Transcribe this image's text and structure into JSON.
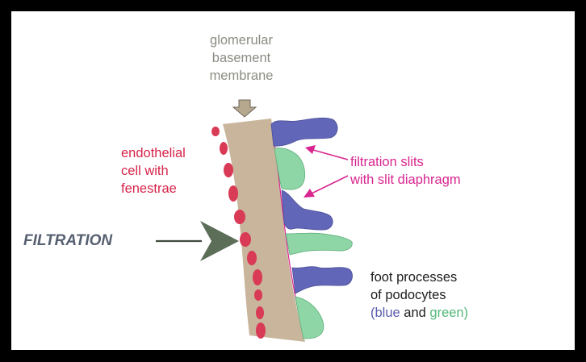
{
  "colors": {
    "frame": "#000000",
    "background": "#ffffff",
    "basement_membrane": "#c8b59c",
    "endothelial": "#d93a55",
    "podocyte_blue": "#6166b8",
    "podocyte_green": "#8ed6a6",
    "slit_arrows": "#d8258f",
    "filtration_arrow": "#5c6e58",
    "gbm_arrow": "#b6a88f"
  },
  "labels": {
    "gbm": [
      "glomerular",
      "basement",
      "membrane"
    ],
    "endothelial": [
      "endothelial",
      "cell with",
      "fenestrae"
    ],
    "slits": [
      "filtration slits",
      "with slit diaphragm"
    ],
    "filtration": "FILTRATION",
    "foot_processes": {
      "line1": "foot processes",
      "line2": "of podocytes",
      "open": "(",
      "blue": "blue",
      "and": " and ",
      "green": "green",
      "close": ")"
    }
  },
  "icons": {
    "filtration_arrow": "arrow-right-icon",
    "gbm_arrow": "arrow-down-icon",
    "slit_arrows": "arrow-pointer-icon"
  }
}
